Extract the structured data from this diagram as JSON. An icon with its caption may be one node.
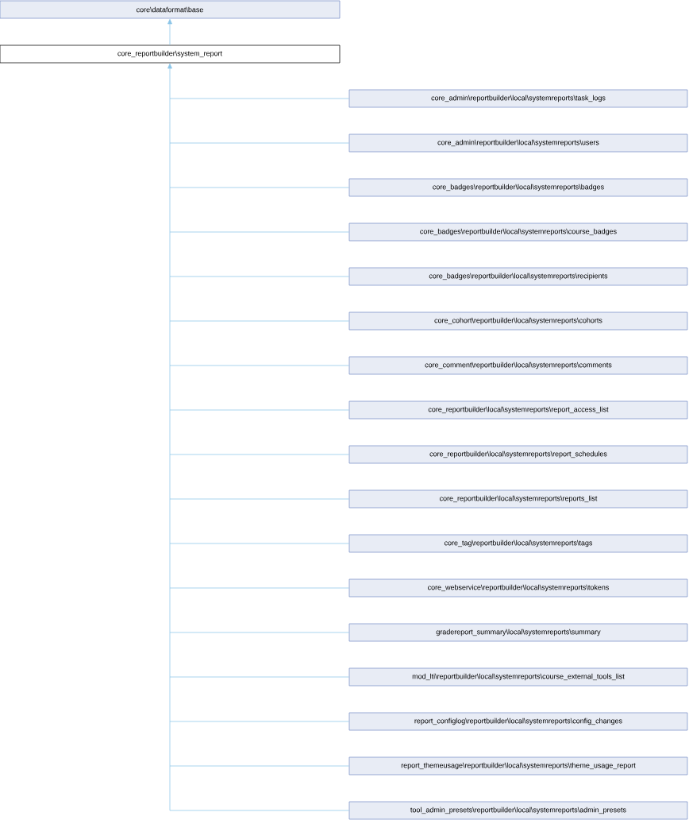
{
  "diagram": {
    "nodes": [
      {
        "text": [
          "core\\dataformat\\base"
        ]
      },
      {
        "text": [
          "core_reportbuilder\\system_report"
        ]
      },
      {
        "text": [
          "core_admin\\reportbuilder\\local\\systemreports\\task_logs"
        ]
      },
      {
        "text": [
          "core_admin\\reportbuilder\\local\\systemreports\\users"
        ]
      },
      {
        "text": [
          "core_badges\\reportbuilder\\local\\systemreports\\badges"
        ]
      },
      {
        "text": [
          "core_badges\\reportbuilder\\local\\systemreports\\course_badges"
        ]
      },
      {
        "text": [
          "core_badges\\reportbuilder\\local\\systemreports\\recipients"
        ]
      },
      {
        "text": [
          "core_cohort\\reportbuilder\\local\\systemreports\\cohorts"
        ]
      },
      {
        "text": [
          "core_comment\\reportbuilder\\local\\systemreports\\comments"
        ]
      },
      {
        "text": [
          "core_reportbuilder\\local\\systemreports\\report_access_list"
        ]
      },
      {
        "text": [
          "core_reportbuilder\\local\\systemreports\\report_schedules"
        ]
      },
      {
        "text": [
          "core_reportbuilder\\local\\systemreports\\reports_list"
        ]
      },
      {
        "text": [
          "core_tag\\reportbuilder\\local\\systemreports\\tags"
        ]
      },
      {
        "text": [
          "core_webservice\\reportbuilder\\local\\systemreports\\tokens"
        ]
      },
      {
        "text": [
          "gradereport_summary\\local\\systemreports\\summary"
        ]
      },
      {
        "text": [
          "mod_lti\\reportbuilder\\local\\systemreports\\course_external_tools_list"
        ]
      },
      {
        "text": [
          "report_configlog\\reportbuilder\\local\\systemreports\\config_changes"
        ]
      },
      {
        "text": [
          "report_themeusage\\reportbuilder\\local\\systemreports\\theme_usage_report"
        ]
      },
      {
        "text": [
          "tool_admin_presets\\reportbuilder\\local\\systemreports\\admin_presets"
        ]
      }
    ],
    "edges": [
      {
        "from": 1,
        "to": 0,
        "arrow": "to"
      },
      {
        "from": 2,
        "to": 1,
        "arrow": "to"
      },
      {
        "from": 3,
        "to": 1,
        "arrow": "to"
      },
      {
        "from": 4,
        "to": 1,
        "arrow": "to"
      },
      {
        "from": 5,
        "to": 1,
        "arrow": "to"
      },
      {
        "from": 6,
        "to": 1,
        "arrow": "to"
      },
      {
        "from": 7,
        "to": 1,
        "arrow": "to"
      },
      {
        "from": 8,
        "to": 1,
        "arrow": "to"
      },
      {
        "from": 9,
        "to": 1,
        "arrow": "to"
      },
      {
        "from": 10,
        "to": 1,
        "arrow": "to"
      },
      {
        "from": 11,
        "to": 1,
        "arrow": "to"
      },
      {
        "from": 12,
        "to": 1,
        "arrow": "to"
      },
      {
        "from": 13,
        "to": 1,
        "arrow": "to"
      },
      {
        "from": 14,
        "to": 1,
        "arrow": "to"
      },
      {
        "from": 15,
        "to": 1,
        "arrow": "to"
      },
      {
        "from": 16,
        "to": 1,
        "arrow": "to"
      },
      {
        "from": 17,
        "to": 1,
        "arrow": "to"
      },
      {
        "from": 18,
        "to": 1,
        "arrow": "to"
      }
    ]
  }
}
